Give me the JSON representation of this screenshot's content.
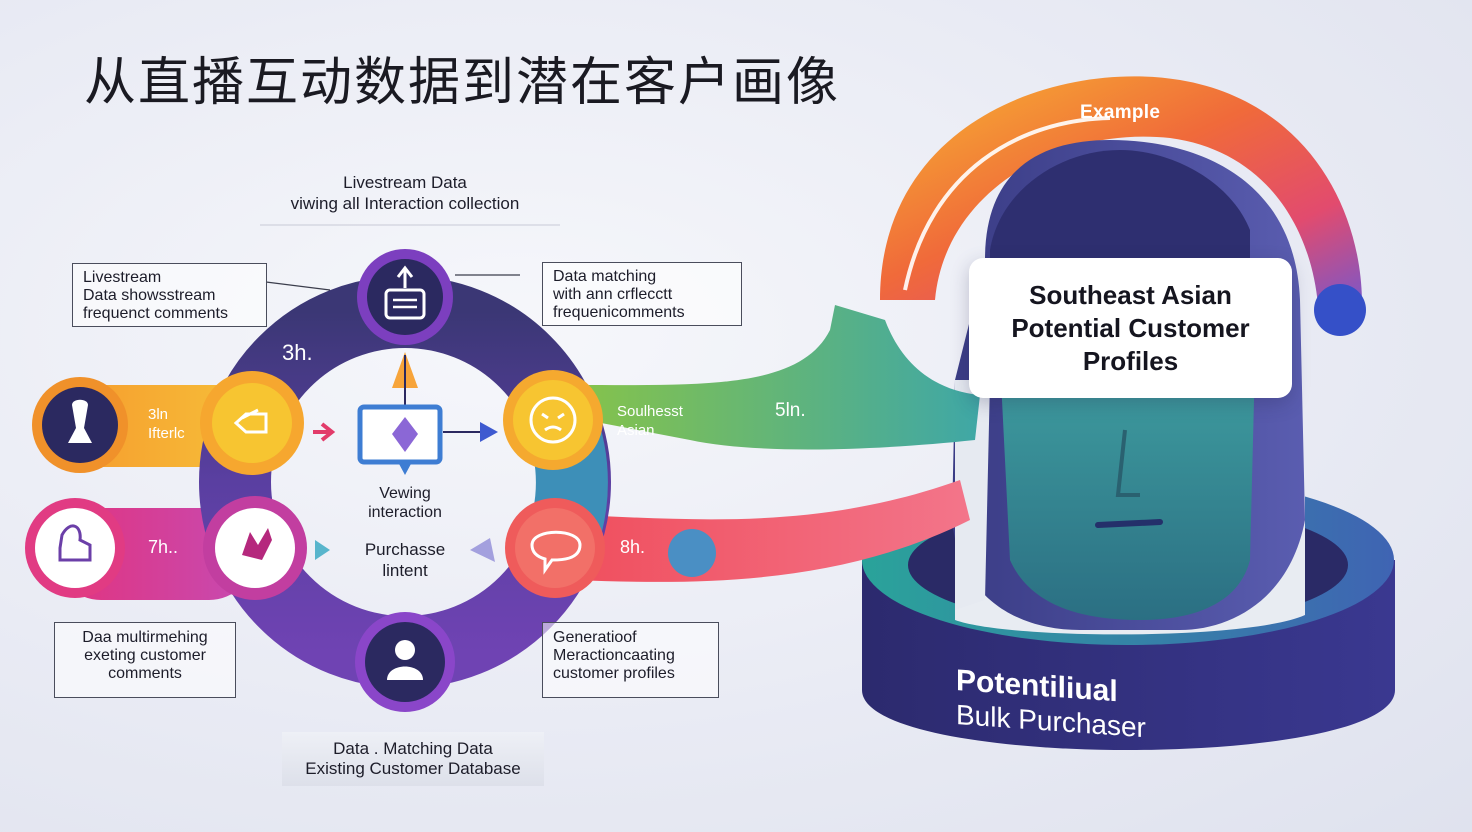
{
  "title": "从直播互动数据到潜在客户画像",
  "top_caption": {
    "line1": "Livestream Data",
    "line2": "viwing all Interaction collection"
  },
  "notes": {
    "top_left": [
      "Livestream",
      "Data showsstream",
      "frequenct comments"
    ],
    "top_right": [
      "Data matching",
      "with ann crflecctt",
      "frequenicomments"
    ],
    "bottom_left": [
      "Daa multirmehing",
      "exeting customer",
      "comments"
    ],
    "bottom_right": [
      "Generatioof",
      "Meractioncaating",
      "customer profiles"
    ],
    "bottom_center": [
      "Data . Matching Data",
      "Existing Customer Database"
    ]
  },
  "cycle": {
    "label_top": "3h.",
    "label_left": [
      "3ln",
      "Ifterlc"
    ],
    "label_bottom_left": "7h..",
    "label_right": [
      "Soulhesst",
      "Asian"
    ],
    "label_right_far": "5ln.",
    "label_bottom_right": "8h.",
    "center_top": [
      "Vewing",
      "interaction"
    ],
    "center_bottom": [
      "Purchasse",
      "lintent"
    ]
  },
  "profile": {
    "example": "Example",
    "card": [
      "Southeast Asian",
      "Potential Customer",
      "Profiles"
    ],
    "base_line1": "Potentiliual",
    "base_line2": "Bulk Purchaser"
  },
  "icons": {
    "top_node": "document-upload-icon",
    "left_outer": "keyhole-icon",
    "left_inner": "tag-icon",
    "bottom_left_outer": "hand-gift-icon",
    "bottom_left_inner": "hand-heart-icon",
    "right_node": "face-icon",
    "bottom_right_node": "chat-bubble-icon",
    "bottom_node": "user-icon",
    "center_screen": "monitor-icon"
  },
  "colors": {
    "purple": "#6b3fa8",
    "orange": "#f2a137",
    "yellow": "#f7c531",
    "pink": "#e0408a",
    "green": "#6fb85c",
    "red": "#ee5a63",
    "teal": "#3aa7a0",
    "navy": "#35327a"
  }
}
